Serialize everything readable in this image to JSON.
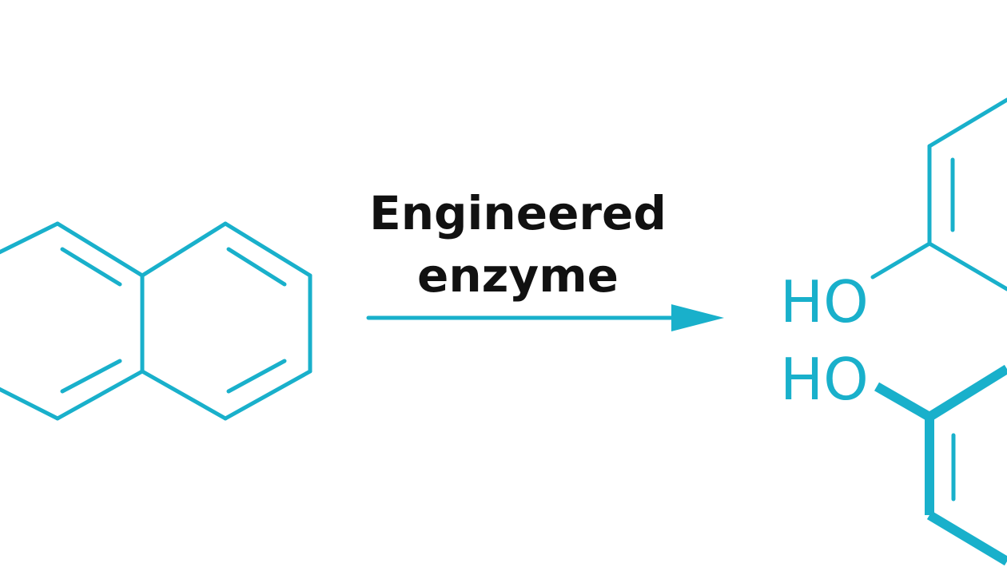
{
  "reaction": {
    "reagent_line1": "Engineered",
    "reagent_line2": "enzyme"
  },
  "product": {
    "label_upper": "HO",
    "label_lower": "HO"
  },
  "colors": {
    "structure": "#19b0cb",
    "text": "#111111",
    "background": "#ffffff"
  }
}
